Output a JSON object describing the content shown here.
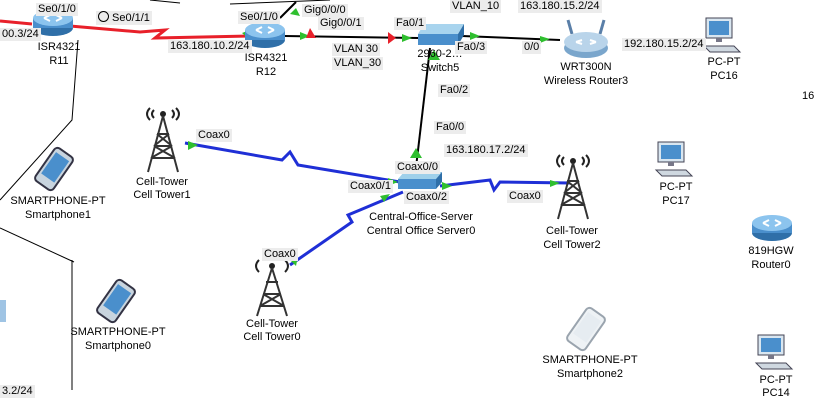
{
  "devices": {
    "r11": {
      "model": "ISR4321",
      "name": "R11"
    },
    "r12": {
      "model": "ISR4321",
      "name": "R12"
    },
    "sw5": {
      "model": "2960-2…",
      "name": "Switch5"
    },
    "wr3": {
      "model": "WRT300N",
      "name": "Wireless Router3"
    },
    "pc16": {
      "model": "PC-PT",
      "name": "PC16"
    },
    "pc17": {
      "model": "PC-PT",
      "name": "PC17"
    },
    "pc14": {
      "model": "PC-PT",
      "name": "PC14"
    },
    "r0": {
      "model": "819HGW",
      "name": "Router0"
    },
    "ct1": {
      "model": "Cell-Tower",
      "name": "Cell Tower1"
    },
    "ct2": {
      "model": "Cell-Tower",
      "name": "Cell Tower2"
    },
    "ct0": {
      "model": "Cell-Tower",
      "name": "Cell Tower0"
    },
    "cos": {
      "model": "Central-Office-Server",
      "name": "Central Office Server0"
    },
    "sp1": {
      "model": "SMARTPHONE-PT",
      "name": "Smartphone1"
    },
    "sp0": {
      "model": "SMARTPHONE-PT",
      "name": "Smartphone0"
    },
    "sp2": {
      "model": "SMARTPHONE-PT",
      "name": "Smartphone2"
    }
  },
  "ports": {
    "r11_se010": "Se0/1/0",
    "r11_se011": "Se0/1/1",
    "r12_se010": "Se0/1/0",
    "r12_gig000": "Gig0/0/0",
    "r12_gig001": "Gig0/0/1",
    "sw_fa01": "Fa0/1",
    "sw_fa03": "Fa0/3",
    "sw_fa02": "Fa0/2",
    "wr_00": "0/0",
    "cos_fa00": "Fa0/0",
    "cos_coax00": "Coax0/0",
    "cos_coax01": "Coax0/1",
    "cos_coax02": "Coax0/2",
    "ct1_coax0": "Coax0",
    "ct2_coax0": "Coax0",
    "ct0_coax0": "Coax0"
  },
  "notes": {
    "ip_left_edge": "00.3/24",
    "ip_r12_serial": "163.180.10.2/24",
    "ip_wr_wan": "163.180.15.2/24",
    "ip_pc16": "192.180.15.2/24",
    "ip_cos": "163.180.17.2/24",
    "ip_bottom_left": "3.2/24",
    "vlan10": "VLAN_10",
    "vlan30_a": "VLAN 30",
    "vlan30_b": "VLAN_30",
    "edge_digit": "16"
  },
  "colors": {
    "serial": "#e8202a",
    "coax": "#1f2fd6",
    "copper": "#000000",
    "link_up": "#2fbf2f"
  }
}
